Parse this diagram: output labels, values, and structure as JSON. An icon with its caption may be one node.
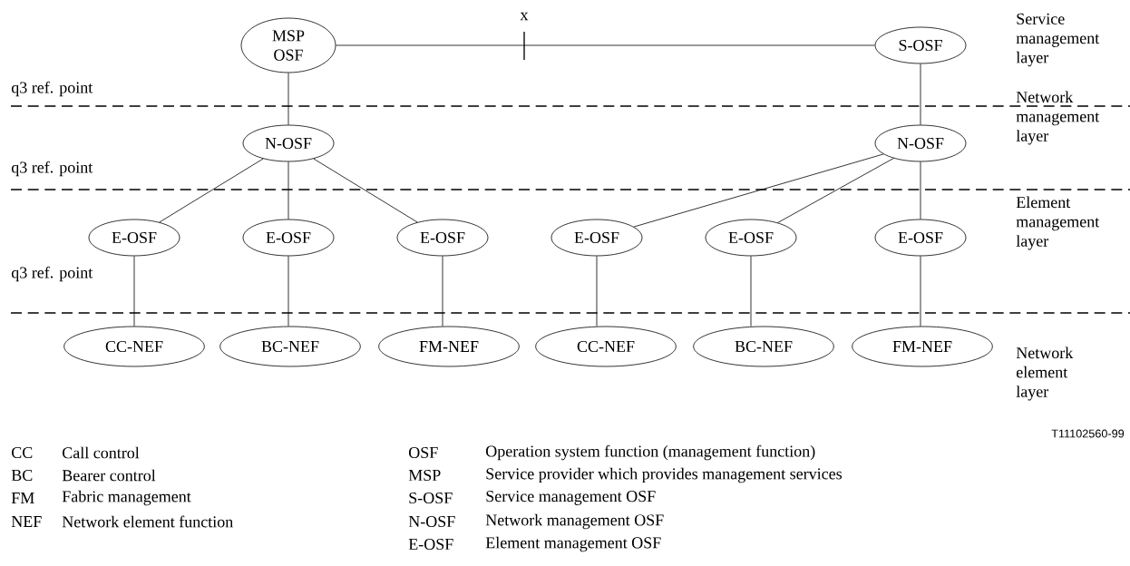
{
  "diagram": {
    "nodes": [
      {
        "text": [
          "MSP OSF"
        ]
      },
      {
        "text": [
          "S-OSF"
        ]
      },
      {
        "text": [
          "N-OSF"
        ]
      },
      {
        "text": [
          "N-OSF"
        ]
      },
      {
        "text": [
          "E-OSF"
        ]
      },
      {
        "text": [
          "E-OSF"
        ]
      },
      {
        "text": [
          "E-OSF"
        ]
      },
      {
        "text": [
          "E-OSF"
        ]
      },
      {
        "text": [
          "E-OSF"
        ]
      },
      {
        "text": [
          "E-OSF"
        ]
      },
      {
        "text": [
          "CC-NEF"
        ]
      },
      {
        "text": [
          "BC-NEF"
        ]
      },
      {
        "text": [
          "FM-NEF"
        ]
      },
      {
        "text": [
          "CC-NEF"
        ]
      },
      {
        "text": [
          "BC-NEF"
        ]
      },
      {
        "text": [
          "FM-NEF"
        ]
      }
    ],
    "edges": [
      {
        "from": 0,
        "to": 1,
        "arrow": "none",
        "label": "x"
      },
      {
        "from": 0,
        "to": 2,
        "arrow": "none"
      },
      {
        "from": 1,
        "to": 3,
        "arrow": "none"
      },
      {
        "from": 2,
        "to": 4,
        "arrow": "none"
      },
      {
        "from": 2,
        "to": 5,
        "arrow": "none"
      },
      {
        "from": 2,
        "to": 6,
        "arrow": "none"
      },
      {
        "from": 3,
        "to": 7,
        "arrow": "none"
      },
      {
        "from": 3,
        "to": 8,
        "arrow": "none"
      },
      {
        "from": 3,
        "to": 9,
        "arrow": "none"
      },
      {
        "from": 4,
        "to": 10,
        "arrow": "none"
      },
      {
        "from": 5,
        "to": 11,
        "arrow": "none"
      },
      {
        "from": 6,
        "to": 12,
        "arrow": "none"
      },
      {
        "from": 7,
        "to": 13,
        "arrow": "none"
      },
      {
        "from": 8,
        "to": 14,
        "arrow": "none"
      },
      {
        "from": 9,
        "to": 15,
        "arrow": "none"
      }
    ],
    "labels": [
      "Service management layer",
      "q3 ref. point",
      "Network management layer",
      "q3 ref. point",
      "Element management layer",
      "q3 ref. point",
      "Network element layer",
      "T11102560-99",
      "CC",
      "Call control",
      "OSF",
      "Operation system function (management function)",
      "BC",
      "Bearer control",
      "MSP",
      "Service provider which provides management services",
      "FM",
      "Fabric management",
      "S-OSF",
      "Service management OSF",
      "NEF",
      "Network element function",
      "N-OSF",
      "Network management OSF",
      "E-OSF",
      "Element management OSF"
    ]
  }
}
